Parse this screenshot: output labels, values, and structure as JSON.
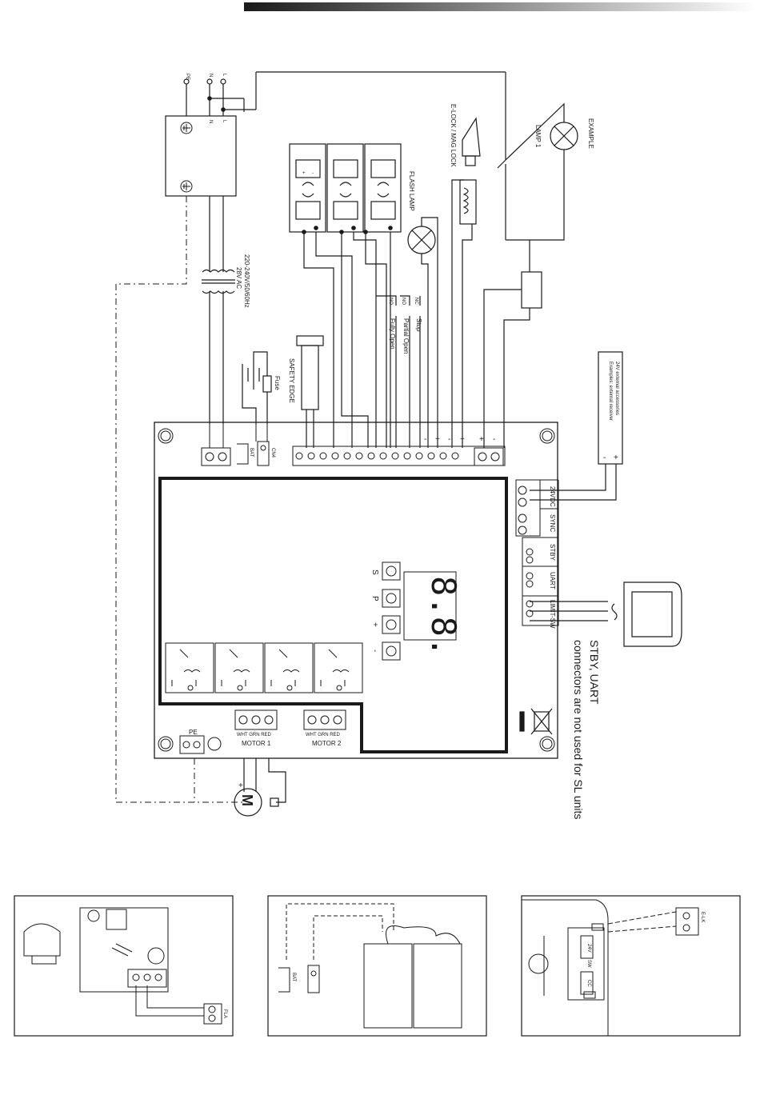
{
  "header": {
    "gradient_start": "#1a1a1a",
    "gradient_end": "#ffffff"
  },
  "mains": {
    "pe": "PE",
    "n": "N",
    "l": "L",
    "n2": "N",
    "l2": "L"
  },
  "transformer": {
    "spec1": "220-240V/50/60Hz",
    "spec2": "28V AC"
  },
  "fuse": {
    "label": "Fuse"
  },
  "safety_edge": {
    "label": "SAFETY EDGE"
  },
  "photocell": {
    "plus": "+",
    "minus": "-"
  },
  "inputs": {
    "stop": "Stop",
    "partial": "Partial Open",
    "fully": "Fully Open",
    "nc": "NC",
    "no1": "NO",
    "no2": "NO"
  },
  "flash_lamp": {
    "label": "FLASH LAMP"
  },
  "elock": {
    "label": "E-LOCK / MAG LOCK"
  },
  "example_lamp": {
    "line1": "EXAMPLE",
    "line2": "LAMP 1"
  },
  "accessories": {
    "line1": "24V external accessories",
    "line2": "Examples: external receiver",
    "plus": "+",
    "minus": "-"
  },
  "board": {
    "battery_label": "BAT",
    "cn_label": "CN4",
    "conn_24vdc": "24VDC",
    "conn_sync": "SYNC",
    "conn_stby": "STBY",
    "conn_uart": "UART",
    "conn_limit": "LIMIT-SW",
    "motor1": "MOTOR 1",
    "motor2": "MOTOR 2",
    "motor_wires": "WHT GRN RED",
    "pe": "PE",
    "display": "8.8.",
    "btn_s": "S",
    "btn_p": "P",
    "btn_plus": "+",
    "btn_minus": "-"
  },
  "note": {
    "line1": "STBY, UART",
    "line2": "connectors are not used for SL units"
  },
  "motor": {
    "symbol": "M"
  },
  "panels": {
    "flash": {
      "label": "FLA"
    },
    "battery": {
      "label": "BAT"
    },
    "elock": {
      "label": "E-LK",
      "v24": "24V",
      "sw": "SW",
      "cc": "CC"
    }
  }
}
